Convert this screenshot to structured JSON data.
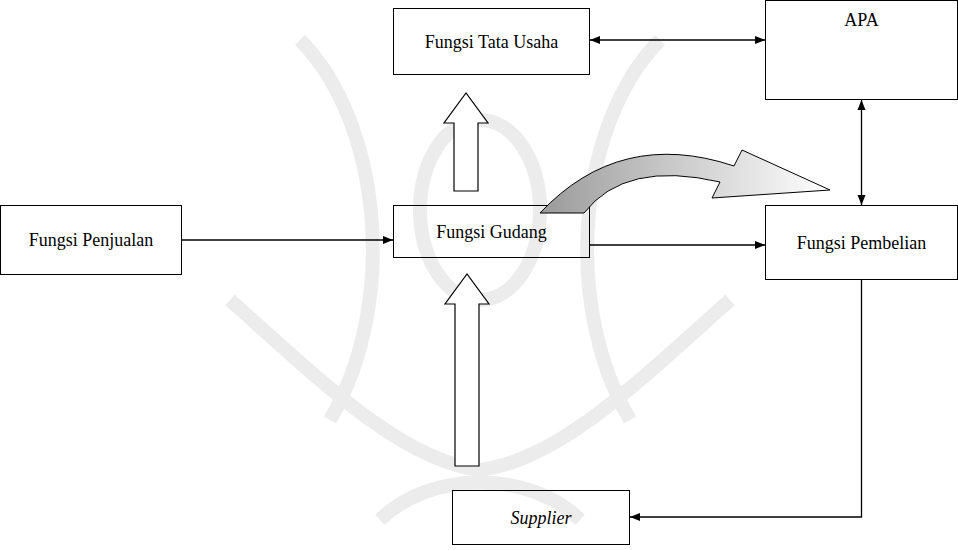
{
  "diagram": {
    "nodes": [
      {
        "text": [
          "Fungsi Tata Usaha"
        ]
      },
      {
        "text": [
          "APA"
        ]
      },
      {
        "text": [
          "Fungsi Penjualan"
        ]
      },
      {
        "text": [
          "Fungsi Gudang"
        ]
      },
      {
        "text": [
          "Fungsi Pembelian"
        ]
      },
      {
        "text": [
          "Supplier"
        ]
      }
    ],
    "edges": [
      {
        "from": 0,
        "to": 1,
        "arrow": "both"
      },
      {
        "from": 1,
        "to": 4,
        "arrow": "both"
      },
      {
        "from": 2,
        "to": 3,
        "arrow": "to"
      },
      {
        "from": 3,
        "to": 0,
        "arrow": "to"
      },
      {
        "from": 3,
        "to": 4,
        "arrow": "to"
      },
      {
        "from": 5,
        "to": 3,
        "arrow": "to"
      },
      {
        "from": 4,
        "to": 5,
        "arrow": "to"
      }
    ]
  }
}
